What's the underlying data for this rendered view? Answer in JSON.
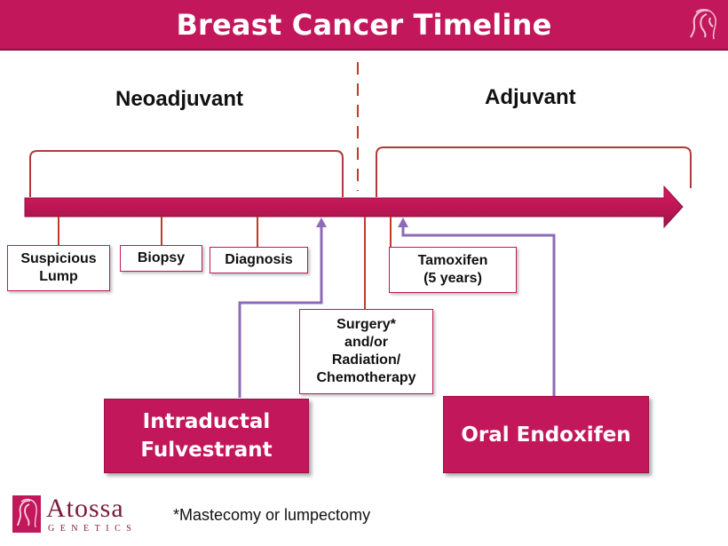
{
  "title": "Breast Cancer Timeline",
  "phases": {
    "neoadjuvant": "Neoadjuvant",
    "adjuvant": "Adjuvant"
  },
  "events": {
    "suspicious_lump": "Suspicious\nLump",
    "biopsy": "Biopsy",
    "diagnosis": "Diagnosis",
    "surgery": "Surgery*\nand/or\nRadiation/\nChemotherapy",
    "tamoxifen": "Tamoxifen\n(5 years)"
  },
  "therapies": {
    "fulvestrant": "Intraductal\nFulvestrant",
    "endoxifen": "Oral Endoxifen"
  },
  "footnote": "*Mastecomy or lumpectomy",
  "brand": {
    "name": "Atossa",
    "sub": "GENETICS"
  },
  "colors": {
    "brand": "#c2185b",
    "connector": "#c0392b",
    "bracket": "#b03a3a",
    "drug_arrow": "#8e6bb8",
    "divider": "#c0392b"
  },
  "icons": {
    "title_logo": "woman-profile-logo-icon",
    "brand_logo": "woman-profile-logo-icon"
  }
}
